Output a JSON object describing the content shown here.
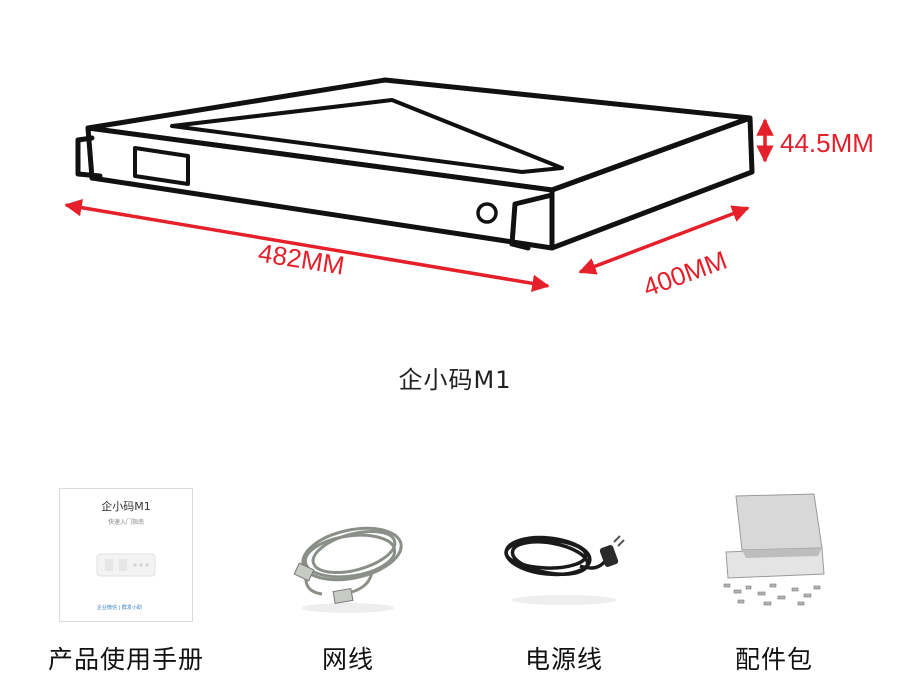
{
  "product": {
    "name": "企小码M1"
  },
  "dimensions": {
    "width_label": "482MM",
    "depth_label": "400MM",
    "height_label": "44.5MM",
    "color": "#e5202a"
  },
  "manual": {
    "title": "企小码M1",
    "subtitle": "快速入门指南",
    "logo_text": "企业微信 | 群发小助"
  },
  "accessories": [
    {
      "label": "产品使用手册"
    },
    {
      "label": "网线"
    },
    {
      "label": "电源线"
    },
    {
      "label": "配件包"
    }
  ]
}
